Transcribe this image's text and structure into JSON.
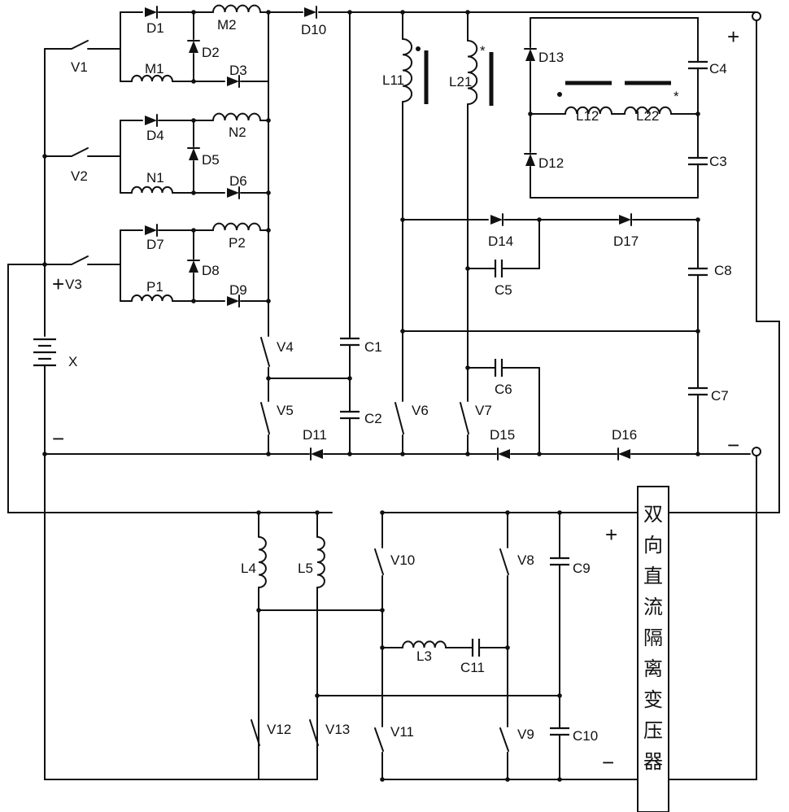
{
  "labels": {
    "V1": "V1",
    "V2": "V2",
    "V3": "V3",
    "V4": "V4",
    "V5": "V5",
    "V6": "V6",
    "V7": "V7",
    "V8": "V8",
    "V9": "V9",
    "V10": "V10",
    "V11": "V11",
    "V12": "V12",
    "V13": "V13",
    "D1": "D1",
    "D2": "D2",
    "D3": "D3",
    "D4": "D4",
    "D5": "D5",
    "D6": "D6",
    "D7": "D7",
    "D8": "D8",
    "D9": "D9",
    "D10": "D10",
    "D11": "D11",
    "D12": "D12",
    "D13": "D13",
    "D14": "D14",
    "D15": "D15",
    "D16": "D16",
    "D17": "D17",
    "M1": "M1",
    "M2": "M2",
    "N1": "N1",
    "N2": "N2",
    "P1": "P1",
    "P2": "P2",
    "L11": "L11",
    "L21": "L21",
    "L12": "L12",
    "L22": "L22",
    "L3": "L3",
    "L4": "L4",
    "L5": "L5",
    "C1": "C1",
    "C2": "C2",
    "C3": "C3",
    "C4": "C4",
    "C5": "C5",
    "C6": "C6",
    "C7": "C7",
    "C8": "C8",
    "C9": "C9",
    "C10": "C10",
    "C11": "C11",
    "X": "X"
  },
  "signs": {
    "plus": "+",
    "minus": "−",
    "star": "*"
  },
  "transformer_label": [
    "双",
    "向",
    "直",
    "流",
    "隔",
    "离",
    "变",
    "压",
    "器"
  ]
}
